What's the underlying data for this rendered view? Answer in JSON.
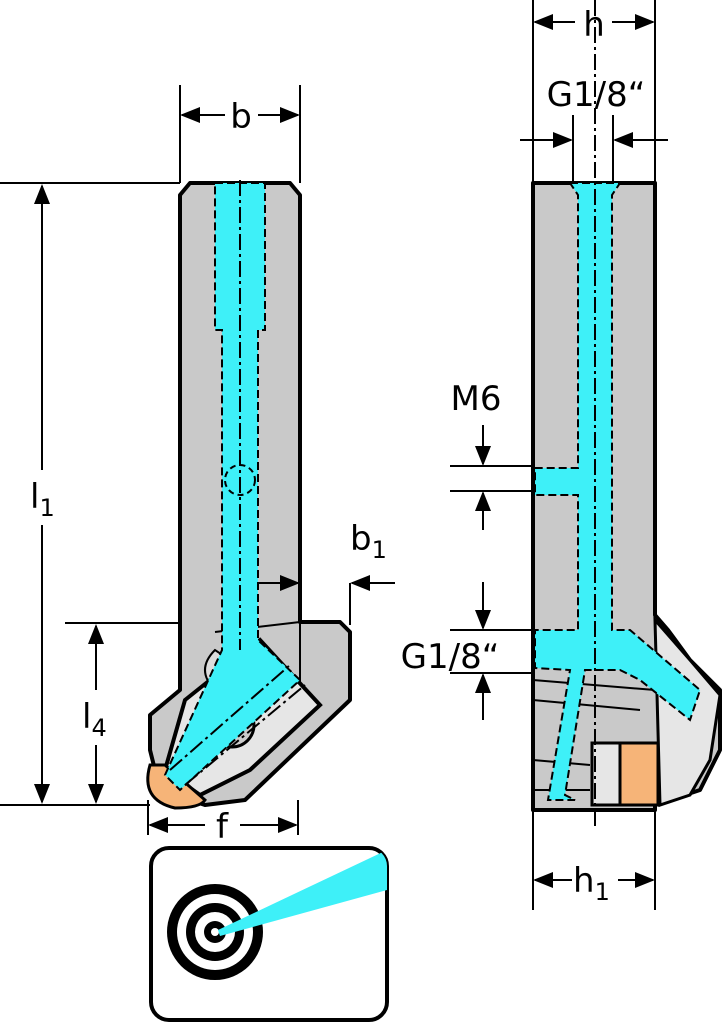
{
  "labels": {
    "b": "b",
    "l1_main": "l",
    "l1_sub": "1",
    "b1_main": "b",
    "b1_sub": "1",
    "l4_main": "l",
    "l4_sub": "4",
    "f": "f",
    "h": "h",
    "g18_top": "G1/8“",
    "m6": "M6",
    "g18_bottom": "G1/8“",
    "h1_main": "h",
    "h1_sub": "1"
  },
  "colors": {
    "coolant": "#3ef0f8",
    "body": "#c9c9c9",
    "insert": "#f6b478"
  },
  "icon": "internal-coolant-target-icon"
}
